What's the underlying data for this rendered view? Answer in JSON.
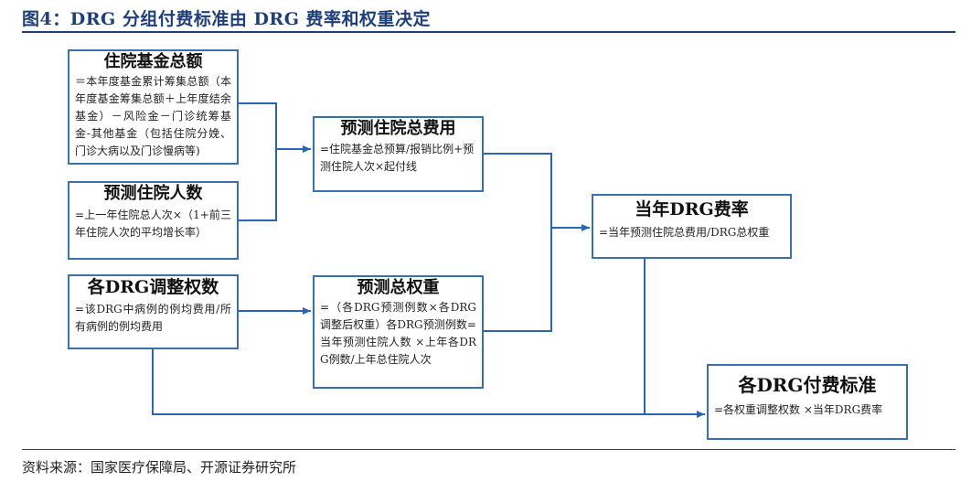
{
  "figure_title": "图4：DRG 分组付费标准由 DRG 费率和权重决定",
  "source": "资料来源：国家医疗保障局、开源证券研究所",
  "colors": {
    "title": "#1f3f7a",
    "box_border": "#3a6fb0",
    "connector": "#2b63b5"
  },
  "nodes": {
    "fund_total": {
      "title": "住院基金总额",
      "body": "＝本年度基金累计筹集总额（本年度基金筹集总额＋上年度结余基金）－风险金－门诊统筹基金-其他基金（包括住院分娩、门诊大病以及门诊慢病等)"
    },
    "predicted_cases": {
      "title": "预测住院人数",
      "body": "=上一年住院总人次×（1+前三年住院人次的平均增长率）"
    },
    "drg_adjusted_weight": {
      "title": "各DRG调整权数",
      "body": "=该DRG中病例的例均费用/所有病例的例均费用"
    },
    "predicted_total_cost": {
      "title": "预测住院总费用",
      "body": "=住院基金总预算/报销比例+预测住院人次×起付线"
    },
    "predicted_total_weight": {
      "title": "预测总权重",
      "body": "=（各DRG预测例数×各DRG调整后权重）各DRG预测例数=当年预测住院人数 ×上年各DRG例数/上年总住院人次"
    },
    "drg_rate": {
      "title": "当年DRG费率",
      "body": "=当年预测住院总费用/DRG总权重"
    },
    "drg_payment_standard": {
      "title": "各DRG付费标准",
      "body": "=各权重调整权数 ×当年DRG费率"
    }
  }
}
